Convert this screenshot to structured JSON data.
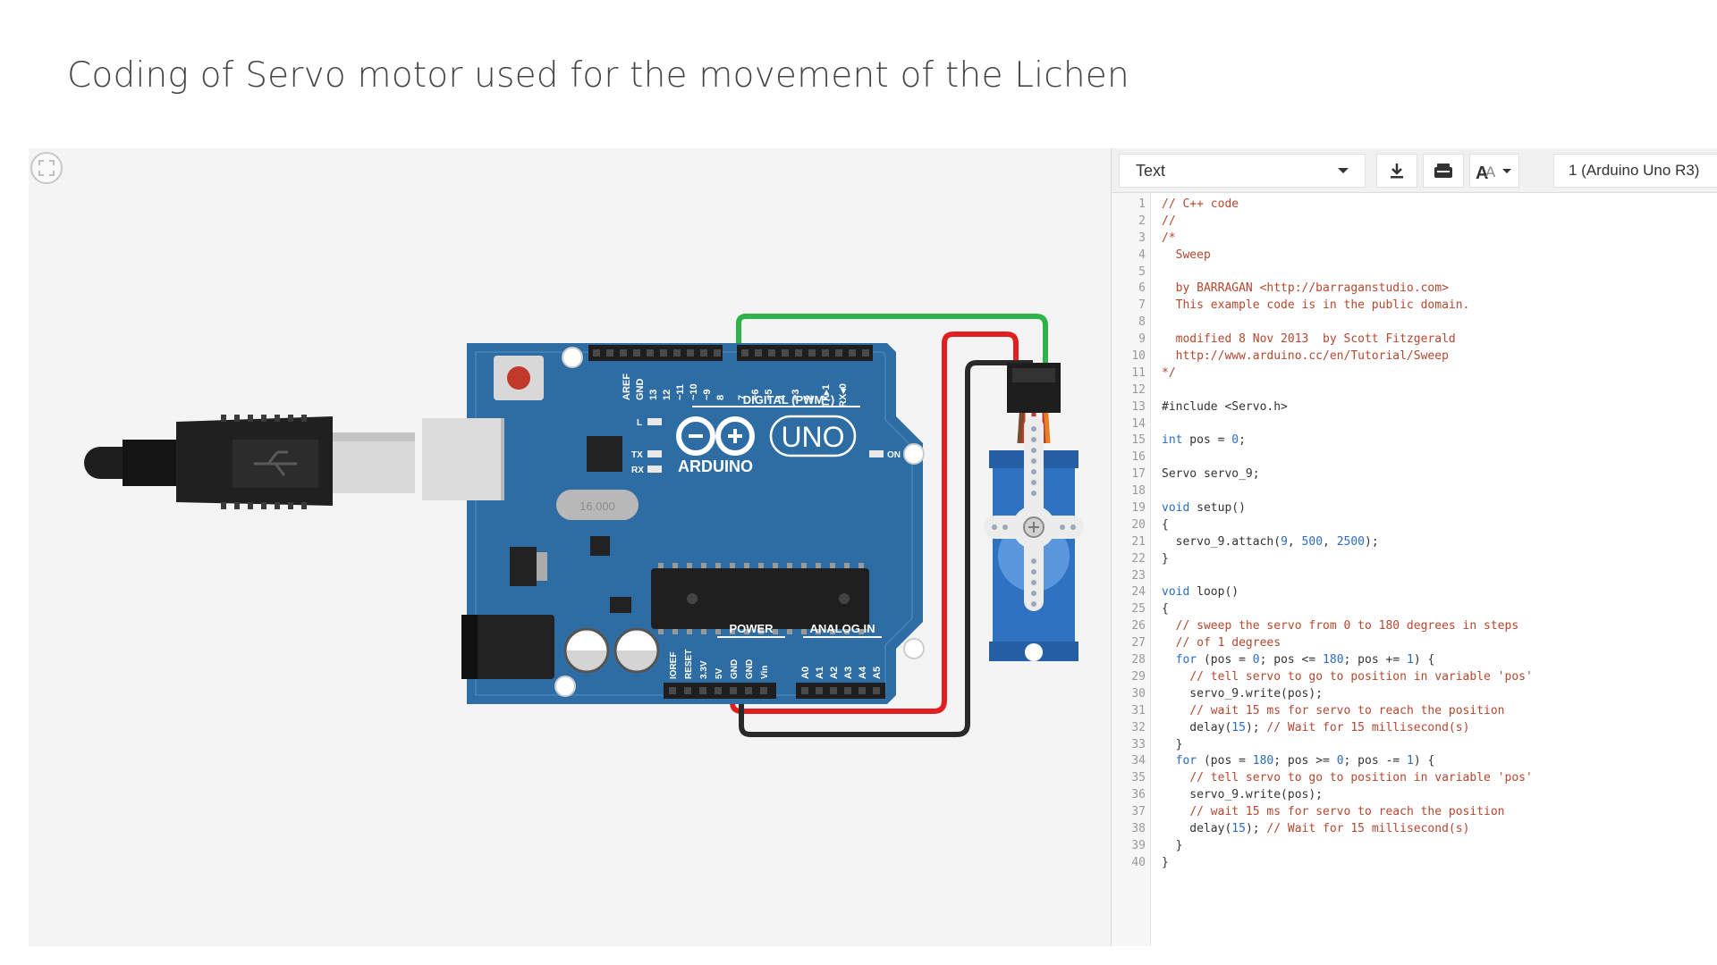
{
  "slide": {
    "title": "Coding of Servo motor used for the movement of the Lichen"
  },
  "circuit": {
    "board_logo": "ARDUINO",
    "board_model": "UNO",
    "digital_header_label": "DIGITAL (PWM~)",
    "power_label": "POWER",
    "analog_label": "ANALOG IN",
    "on_label": "ON",
    "led_l": "L",
    "led_tx": "TX",
    "led_rx": "RX",
    "crystal_label": "16.000",
    "digital_pins": [
      "AREF",
      "GND",
      "13",
      "12",
      "~11",
      "~10",
      "~9",
      "8",
      "7",
      "~6",
      "~5",
      "4",
      "~3",
      "2",
      "TX▸1",
      "RX◂0"
    ],
    "power_pins": [
      "IOREF",
      "RESET",
      "3.3V",
      "5V",
      "GND",
      "GND",
      "Vin"
    ],
    "analog_pins": [
      "A0",
      "A1",
      "A2",
      "A3",
      "A4",
      "A5"
    ],
    "wire_colors": {
      "signal": "#2db34a",
      "power": "#e02020",
      "ground": "#2a2a2a"
    }
  },
  "editor": {
    "mode": "Text",
    "device": "1 (Arduino Uno R3)",
    "line_numbers": [
      "1",
      "2",
      "3",
      "4",
      "5",
      "6",
      "7",
      "8",
      "9",
      "10",
      "11",
      "12",
      "13",
      "14",
      "15",
      "16",
      "17",
      "18",
      "19",
      "20",
      "21",
      "22",
      "23",
      "24",
      "25",
      "26",
      "27",
      "28",
      "29",
      "30",
      "31",
      "32",
      "33",
      "34",
      "35",
      "36",
      "37",
      "38",
      "39",
      "40"
    ],
    "code_lines": [
      "// C++ code",
      "//",
      "/*",
      "  Sweep",
      "",
      "  by BARRAGAN <http://barraganstudio.com>",
      "  This example code is in the public domain.",
      "",
      "  modified 8 Nov 2013  by Scott Fitzgerald",
      "  http://www.arduino.cc/en/Tutorial/Sweep",
      "*/",
      "",
      "#include <Servo.h>",
      "",
      "int pos = 0;",
      "",
      "Servo servo_9;",
      "",
      "void setup()",
      "{",
      "  servo_9.attach(9, 500, 2500);",
      "}",
      "",
      "void loop()",
      "{",
      "  // sweep the servo from 0 to 180 degrees in steps",
      "  // of 1 degrees",
      "  for (pos = 0; pos <= 180; pos += 1) {",
      "    // tell servo to go to position in variable 'pos'",
      "    servo_9.write(pos);",
      "    // wait 15 ms for servo to reach the position",
      "    delay(15); // Wait for 15 millisecond(s)",
      "  }",
      "  for (pos = 180; pos >= 0; pos -= 1) {",
      "    // tell servo to go to position in variable 'pos'",
      "    servo_9.write(pos);",
      "    // wait 15 ms for servo to reach the position",
      "    delay(15); // Wait for 15 millisecond(s)",
      "  }",
      "}"
    ],
    "syntax_colors": {
      "comment": "#b5472e",
      "keyword": "#2a6cc0",
      "number": "#2a6cc0",
      "default": "#333333"
    }
  },
  "icons": [
    "fit-view-icon",
    "download-icon",
    "upload-to-board-icon",
    "font-size-icon"
  ]
}
